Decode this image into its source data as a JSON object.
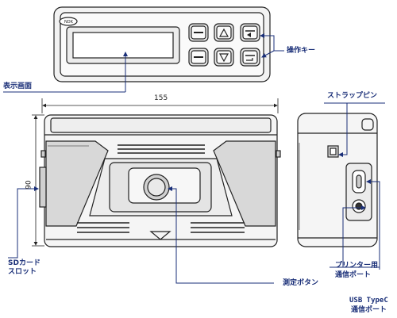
{
  "labels": {
    "operation_keys": "操作キー",
    "display_screen": "表示画面",
    "strap_pin": "ストラップピン",
    "sd_slot_line1": "SDカード",
    "sd_slot_line2": "スロット",
    "measure_button": "測定ボタン",
    "printer_port_line1": "プリンター用",
    "printer_port_line2": "通信ポート",
    "usb_port_line1": "USB TypeC",
    "usb_port_line2": "通信ポート"
  },
  "dimensions": {
    "width": "155",
    "height": "90"
  },
  "colors": {
    "line": "#222222",
    "leader": "#1a2f78",
    "label": "#1a2f78"
  }
}
